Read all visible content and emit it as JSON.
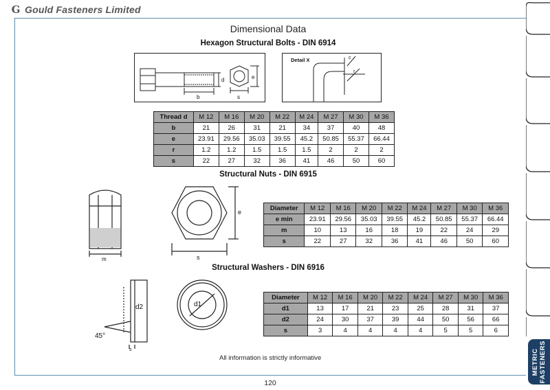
{
  "header": {
    "logo_mark": "G",
    "company": "Gould Fasteners Limited"
  },
  "page_title": "Dimensional Data",
  "side_tab": {
    "label": "METRIC\nFASTENERS"
  },
  "bolts": {
    "title": "Hexagon Structural Bolts - DIN 6914",
    "detail_label": "Detail X",
    "diagram_labels": {
      "d": "d",
      "b": "b",
      "e": "e",
      "s": "s",
      "c": "c",
      "r": "r"
    },
    "headers": [
      "Thread d",
      "M 12",
      "M 16",
      "M 20",
      "M 22",
      "M 24",
      "M 27",
      "M 30",
      "M 36"
    ],
    "rows": [
      {
        "label": "b",
        "values": [
          "21",
          "26",
          "31",
          "21",
          "34",
          "37",
          "40",
          "48"
        ]
      },
      {
        "label": "e",
        "values": [
          "23.91",
          "29.56",
          "35.03",
          "39.55",
          "45.2",
          "50.85",
          "55.37",
          "66.44"
        ]
      },
      {
        "label": "r",
        "values": [
          "1.2",
          "1.2",
          "1.5",
          "1.5",
          "1.5",
          "2",
          "2",
          "2"
        ]
      },
      {
        "label": "s",
        "values": [
          "22",
          "27",
          "32",
          "36",
          "41",
          "46",
          "50",
          "60"
        ]
      }
    ]
  },
  "nuts": {
    "title": "Structural Nuts - DIN 6915",
    "diagram_labels": {
      "m": "m",
      "s": "s",
      "e": "e"
    },
    "headers": [
      "Diameter",
      "M 12",
      "M 16",
      "M 20",
      "M 22",
      "M 24",
      "M 27",
      "M 30",
      "M 36"
    ],
    "rows": [
      {
        "label": "e min",
        "values": [
          "23.91",
          "29.56",
          "35.03",
          "39.55",
          "45.2",
          "50.85",
          "55.37",
          "66.44"
        ]
      },
      {
        "label": "m",
        "values": [
          "10",
          "13",
          "16",
          "18",
          "19",
          "22",
          "24",
          "29"
        ]
      },
      {
        "label": "s",
        "values": [
          "22",
          "27",
          "32",
          "36",
          "41",
          "46",
          "50",
          "60"
        ]
      }
    ]
  },
  "washers": {
    "title": "Structural Washers - DIN 6916",
    "diagram_labels": {
      "d2": "d2",
      "d1": "d1",
      "angle": "45°",
      "s": "s"
    },
    "headers": [
      "Diameter",
      "M 12",
      "M 16",
      "M 20",
      "M 22",
      "M 24",
      "M 27",
      "M 30",
      "M 36"
    ],
    "rows": [
      {
        "label": "d1",
        "values": [
          "13",
          "17",
          "21",
          "23",
          "25",
          "28",
          "31",
          "37"
        ]
      },
      {
        "label": "d2",
        "values": [
          "24",
          "30",
          "37",
          "39",
          "44",
          "50",
          "56",
          "66"
        ]
      },
      {
        "label": "s",
        "values": [
          "3",
          "4",
          "4",
          "4",
          "4",
          "5",
          "5",
          "6"
        ]
      }
    ]
  },
  "footnote": "All information is strictly informative",
  "page_number": "120"
}
